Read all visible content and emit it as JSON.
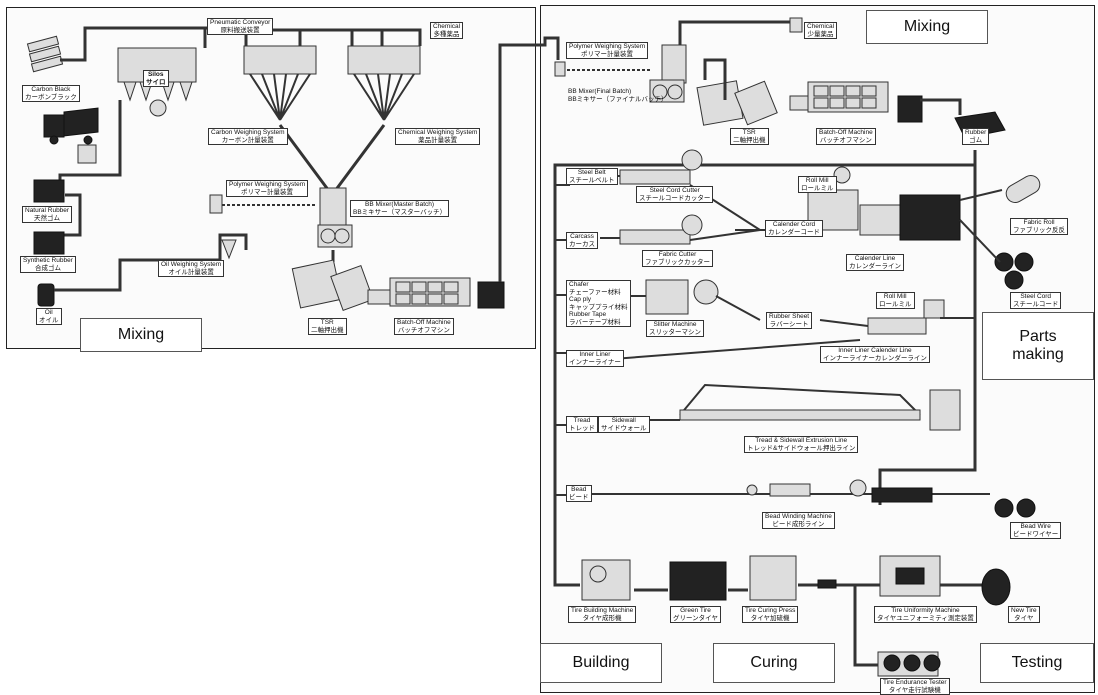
{
  "stages": {
    "mixing_left": "Mixing",
    "mixing_right": "Mixing",
    "parts_making": "Parts\nmaking",
    "building": "Building",
    "curing": "Curing",
    "testing": "Testing"
  },
  "left": {
    "carbon_black": [
      "Carbon Black",
      "カーボンブラック"
    ],
    "silos": [
      "Silos",
      "サイロ"
    ],
    "pneumatic": [
      "Pneumatic Conveyor",
      "原料搬送装置"
    ],
    "chemical": [
      "Chemical",
      "多種薬品"
    ],
    "carbon_weighing": [
      "Carbon Weighing System",
      "カーボン計量装置"
    ],
    "chemical_weighing": [
      "Chemical Weighing System",
      "薬品計量装置"
    ],
    "natural_rubber": [
      "Natural Rubber",
      "天然ゴム"
    ],
    "polymer_weighing": [
      "Polymer Weighing System",
      "ポリマー計量装置"
    ],
    "bb_mixer": [
      "BB Mixer(Master Batch)",
      "BBミキサー（マスターバッチ）"
    ],
    "synthetic_rubber": [
      "Synthetic Rubber",
      "合成ゴム"
    ],
    "oil_weighing": [
      "Oil Weighing System",
      "オイル計量装置"
    ],
    "oil": [
      "Oil",
      "オイル"
    ],
    "tsr": [
      "TSR",
      "二軸押出機"
    ],
    "batch_off": [
      "Batch-Off Machine",
      "バッチオフマシン"
    ]
  },
  "right": {
    "chemical": [
      "Chemical",
      "少量薬品"
    ],
    "polymer_weighing": [
      "Polymer Weighing System",
      "ポリマー計量装置"
    ],
    "bb_mixer": [
      "BB Mixer(Final Batch)",
      "BBミキサー（ファイナルバッチ）"
    ],
    "tsr": [
      "TSR",
      "二軸押出機"
    ],
    "batch_off": [
      "Batch-Off Machine",
      "バッチオフマシン"
    ],
    "rubber": [
      "Rubber",
      "ゴム"
    ],
    "steel_belt": [
      "Steel Belt",
      "スチールベルト"
    ],
    "steel_cord_cutter": [
      "Steel Cord Cutter",
      "スチールコードカッター"
    ],
    "roll_mill_1": [
      "Roll Mill",
      "ロールミル"
    ],
    "calender_cord": [
      "Calender Cord",
      "カレンダーコード"
    ],
    "fabric_roll": [
      "Fabric Roll",
      "ファブリック反反"
    ],
    "carcass": [
      "Carcass",
      "カーカス"
    ],
    "fabric_cutter": [
      "Fabric Cutter",
      "ファブリックカッター"
    ],
    "calender_line": [
      "Calender Line",
      "カレンダーライン"
    ],
    "steel_cord": [
      "Steel Cord",
      "スチールコード"
    ],
    "chafer": [
      "Chafer",
      "チェーファー材料"
    ],
    "cap_ply": [
      "Cap ply",
      "キャッププライ材料"
    ],
    "rubber_tape": [
      "Rubber Tape",
      "ラバーテープ材料"
    ],
    "slitter": [
      "Slitter Machine",
      "スリッターマシン"
    ],
    "rubber_sheet": [
      "Rubber Sheet",
      "ラバーシート"
    ],
    "roll_mill_2": [
      "Roll Mill",
      "ロールミル"
    ],
    "inner_liner": [
      "Inner Liner",
      "インナーライナー"
    ],
    "inner_liner_calender": [
      "Inner Liner Calender Line",
      "インナーライナーカレンダーライン"
    ],
    "tread": [
      "Tread",
      "トレッド"
    ],
    "sidewall": [
      "Sidewall",
      "サイドウォール"
    ],
    "extrusion_line": [
      "Tread & Sidewall Extrusion Line",
      "トレッド&サイドウォール押出ライン"
    ],
    "bead": [
      "Bead",
      "ビード"
    ],
    "bead_winding": [
      "Bead Winding Machine",
      "ビード成形ライン"
    ],
    "bead_wire": [
      "Bead Wire",
      "ビードワイヤー"
    ],
    "tire_building": [
      "Tire Building Machine",
      "タイヤ成形機"
    ],
    "green_tire": [
      "Green Tire",
      "グリーンタイヤ"
    ],
    "curing_press": [
      "Tire Curing Press",
      "タイヤ加硫機"
    ],
    "uniformity": [
      "Tire Uniformity Machine",
      "タイヤユニフォーミティ測定装置"
    ],
    "new_tire": [
      "New Tire",
      "タイヤ"
    ],
    "endurance": [
      "Tire Endurance Tester",
      "タイヤ走行試験機"
    ]
  }
}
